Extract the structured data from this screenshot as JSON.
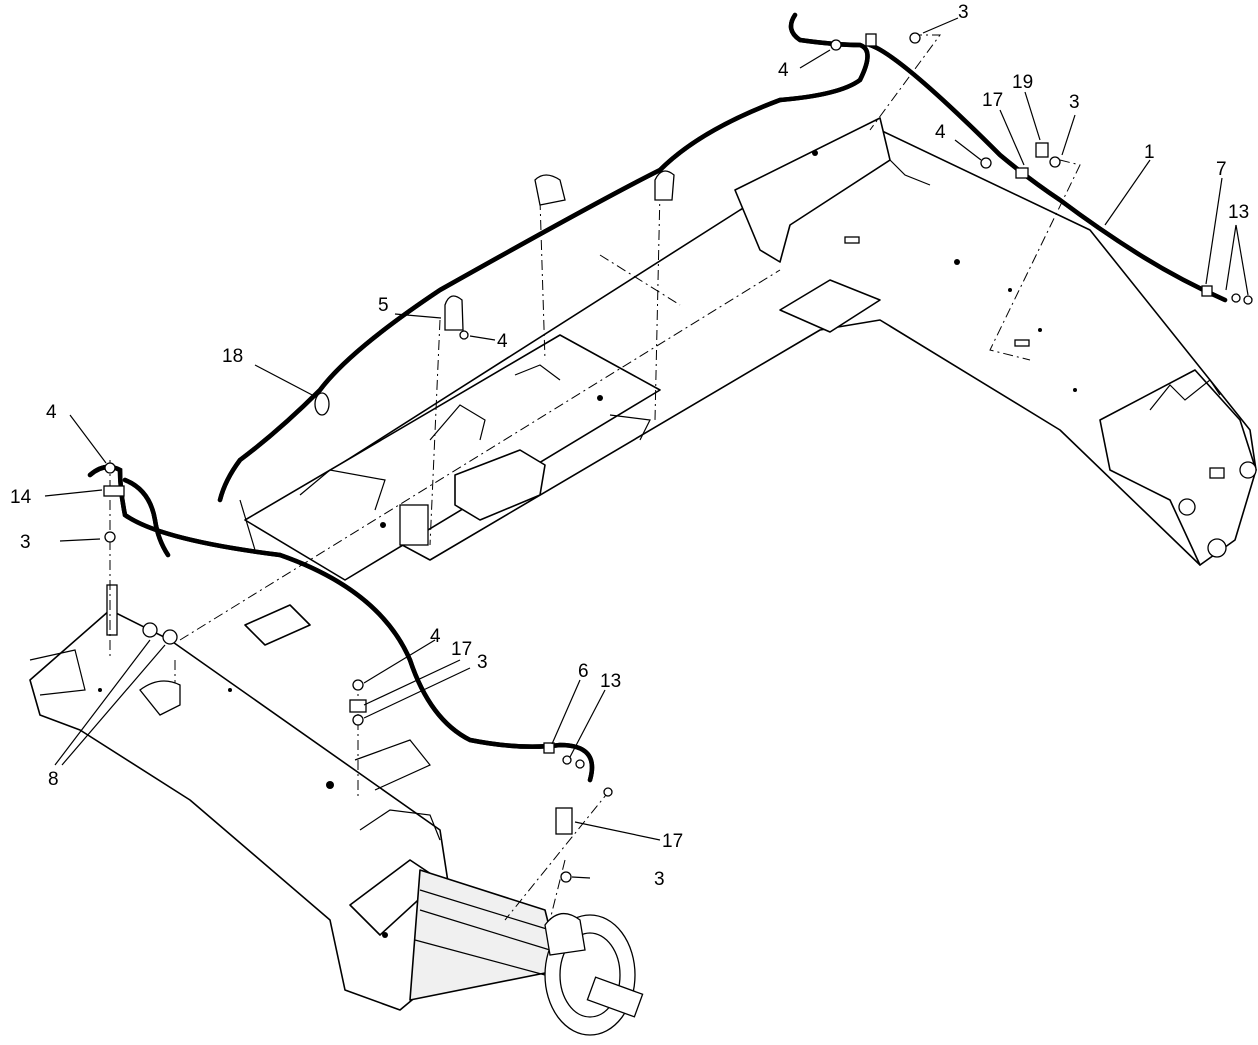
{
  "diagram": {
    "callouts": [
      {
        "id": "c1",
        "label": "1"
      },
      {
        "id": "c3a",
        "label": "3"
      },
      {
        "id": "c3b",
        "label": "3"
      },
      {
        "id": "c3c",
        "label": "3"
      },
      {
        "id": "c3d",
        "label": "3"
      },
      {
        "id": "c3e",
        "label": "3"
      },
      {
        "id": "c4a",
        "label": "4"
      },
      {
        "id": "c4b",
        "label": "4"
      },
      {
        "id": "c4c",
        "label": "4"
      },
      {
        "id": "c4d",
        "label": "4"
      },
      {
        "id": "c4e",
        "label": "4"
      },
      {
        "id": "c5",
        "label": "5"
      },
      {
        "id": "c6",
        "label": "6"
      },
      {
        "id": "c7",
        "label": "7"
      },
      {
        "id": "c8",
        "label": "8"
      },
      {
        "id": "c13a",
        "label": "13"
      },
      {
        "id": "c13b",
        "label": "13"
      },
      {
        "id": "c14",
        "label": "14"
      },
      {
        "id": "c17a",
        "label": "17"
      },
      {
        "id": "c17b",
        "label": "17"
      },
      {
        "id": "c17c",
        "label": "17"
      },
      {
        "id": "c18",
        "label": "18"
      },
      {
        "id": "c19",
        "label": "19"
      }
    ]
  }
}
